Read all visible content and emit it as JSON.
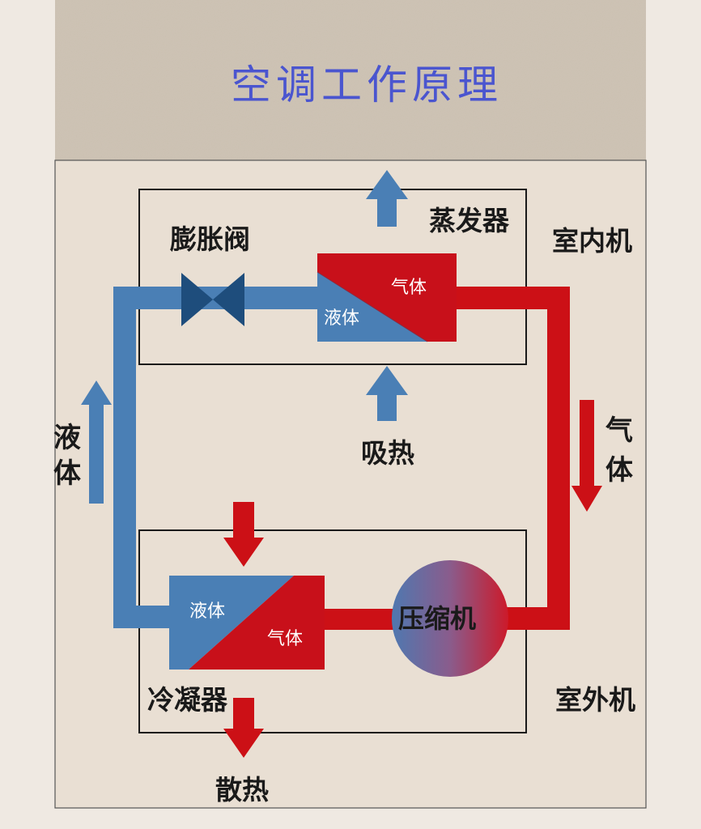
{
  "title": "空调工作原理",
  "labels": {
    "evaporator": "蒸发器",
    "expansion_valve": "膨胀阀",
    "indoor_unit": "室内机",
    "absorb_heat": "吸热",
    "compressor": "压缩机",
    "condenser": "冷凝器",
    "outdoor_unit": "室外机",
    "release_heat": "散热"
  },
  "side_labels": {
    "left": [
      "液",
      "体"
    ],
    "right": [
      "气",
      "体"
    ]
  },
  "exchangers": {
    "evaporator": {
      "liquid": "液体",
      "gas": "气体"
    },
    "condenser": {
      "liquid": "液体",
      "gas": "气体"
    }
  },
  "colors": {
    "title": "#4a55cf",
    "cold_pipe": "#4a7fb5",
    "hot_pipe": "#cc1016",
    "valve": "#1e4d7c",
    "box_border": "#1a1a1a",
    "panel": "#e8ddd0",
    "header_bg": "#cfc3b4"
  }
}
